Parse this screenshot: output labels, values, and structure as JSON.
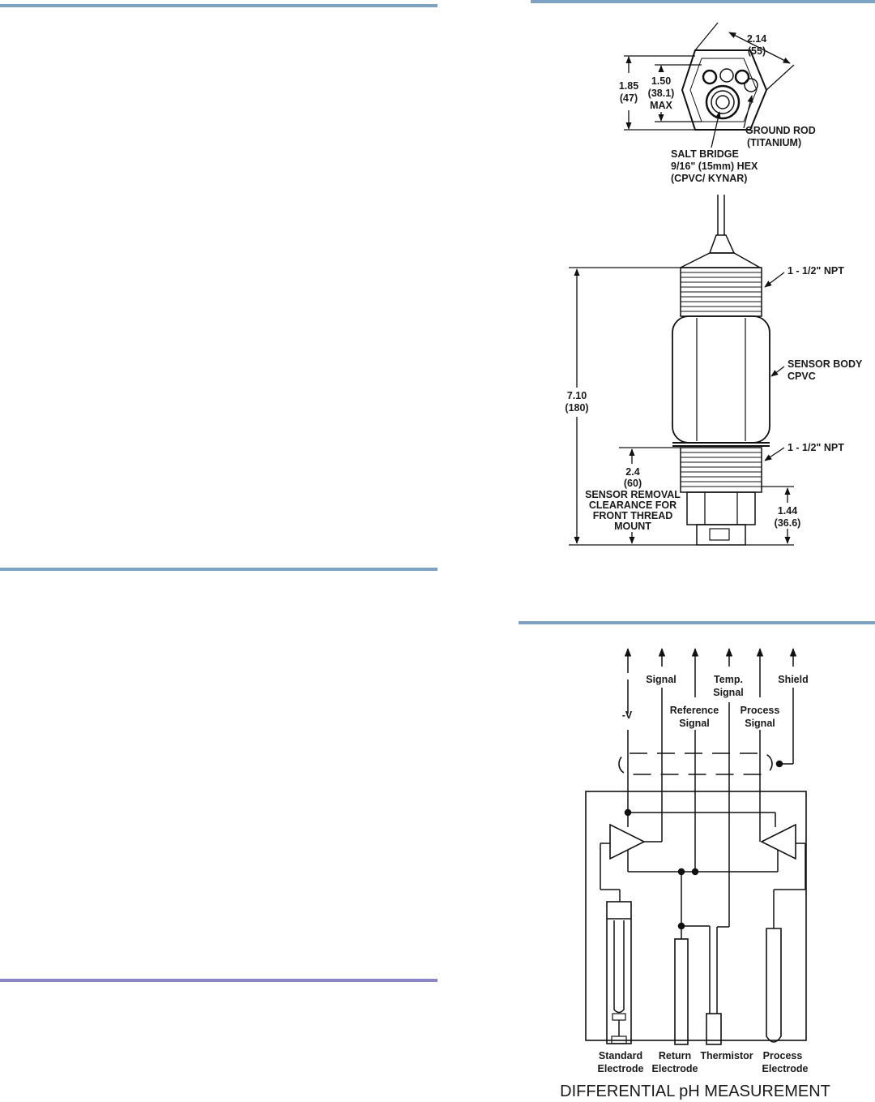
{
  "dims": {
    "hex": {
      "a": "2.14",
      "b": "(55)"
    },
    "height_outer": {
      "a": "1.85",
      "b": "(47)"
    },
    "height_inner": {
      "a": "1.50",
      "b": "(38.1)",
      "c": "MAX"
    },
    "ground_rod": {
      "a": "GROUND ROD",
      "b": "(TITANIUM)"
    },
    "salt_bridge": {
      "a": "SALT BRIDGE",
      "b": "9/16\" (15mm) HEX",
      "c": "(CPVC/ KYNAR)"
    },
    "npt_top": "1 - 1/2\" NPT",
    "npt_bottom": "1 - 1/2\" NPT",
    "body": {
      "a": "SENSOR BODY",
      "b": "CPVC"
    },
    "length": {
      "a": "7.10",
      "b": "(180)"
    },
    "clearance": {
      "a": "2.4",
      "b": "(60)",
      "c": "SENSOR REMOVAL",
      "d": "CLEARANCE FOR",
      "e": "FRONT THREAD",
      "f": "MOUNT"
    },
    "tip": {
      "a": "1.44",
      "b": "(36.6)"
    }
  },
  "schematic": {
    "caption": "DIFFERENTIAL pH MEASUREMENT",
    "top": {
      "signal": "Signal",
      "temp_a": "Temp.",
      "temp_b": "Signal",
      "shield": "Shield"
    },
    "mid": {
      "neg_v": "-V",
      "ref_a": "Reference",
      "ref_b": "Signal",
      "proc_a": "Process",
      "proc_b": "Signal"
    },
    "bottom": {
      "std_a": "Standard",
      "std_b": "Electrode",
      "ret_a": "Return",
      "ret_b": "Electrode",
      "therm": "Thermistor",
      "proc_a": "Process",
      "proc_b": "Electrode"
    }
  }
}
